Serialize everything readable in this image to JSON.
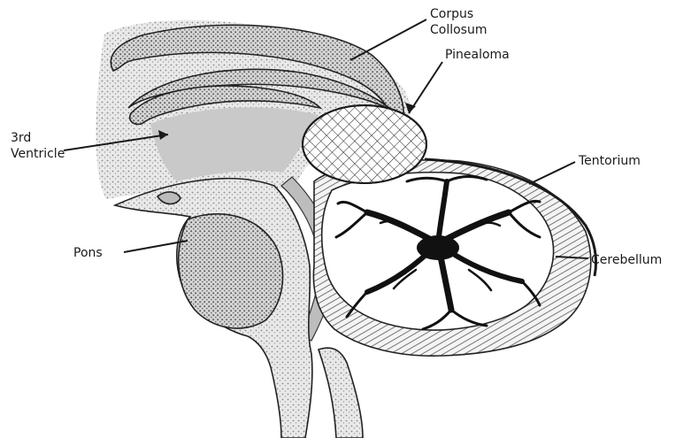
{
  "labels": {
    "corpus_callosum_line1": "Corpus",
    "corpus_callosum_line2": "Collosum",
    "pinealoma": "Pinealoma",
    "third_ventricle_line1": "3rd",
    "third_ventricle_line2": "Ventricle",
    "tentorium": "Tentorium",
    "pons": "Pons",
    "cerebellum": "Cerebellum"
  },
  "colors": {
    "ink": "#1a1a1a",
    "stipple": "#cfcfcf",
    "ventricle_fill": "#bdbdbd",
    "background": "#ffffff"
  }
}
